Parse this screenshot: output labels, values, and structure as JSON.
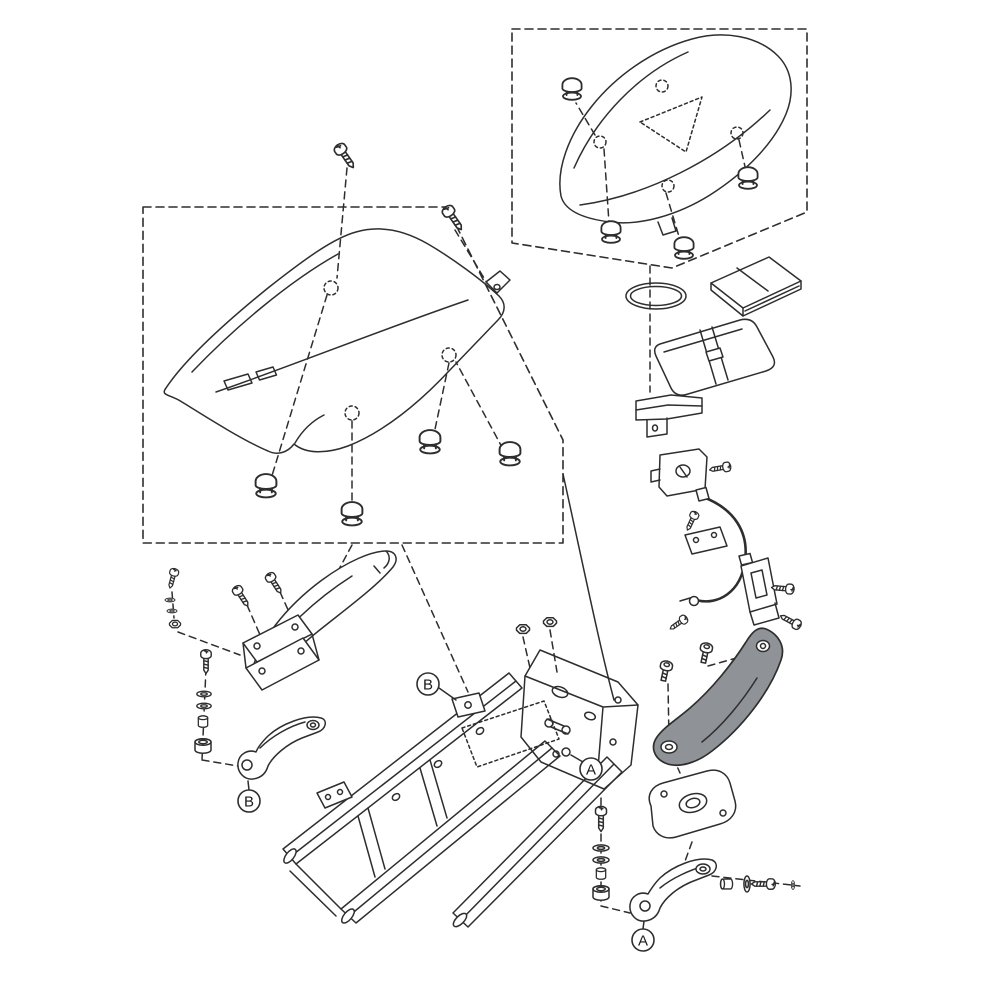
{
  "colors": {
    "background": "#ffffff",
    "line": "#2e2e2e",
    "shaded_part": "#8f9296"
  },
  "callouts": {
    "b_frame": "B",
    "b_bracket": "B",
    "a_frame": "A",
    "a_bracket": "A"
  },
  "parts": [
    "rider-seat",
    "rider-seat-mounting-screws",
    "rider-seat-dampers",
    "pillion-seat",
    "pillion-seat-dampers",
    "trim-o-ring",
    "owners-manual",
    "tool-kit-pouch",
    "seat-lock-bracket",
    "seat-lock",
    "seat-lock-cable",
    "cable-clamp-bracket",
    "latch-striker",
    "striker-bolts",
    "grab-rail-right",
    "grab-rail-bolts",
    "rail-mount-bracket",
    "bracket-a",
    "bracket-a-fasteners",
    "damper-bolt-stack-right",
    "rear-subframe",
    "frame-flange-nuts",
    "handle-screw-set",
    "grab-handle-left",
    "handle-mount-plates",
    "damper-bolt-stack-left",
    "bracket-b"
  ]
}
